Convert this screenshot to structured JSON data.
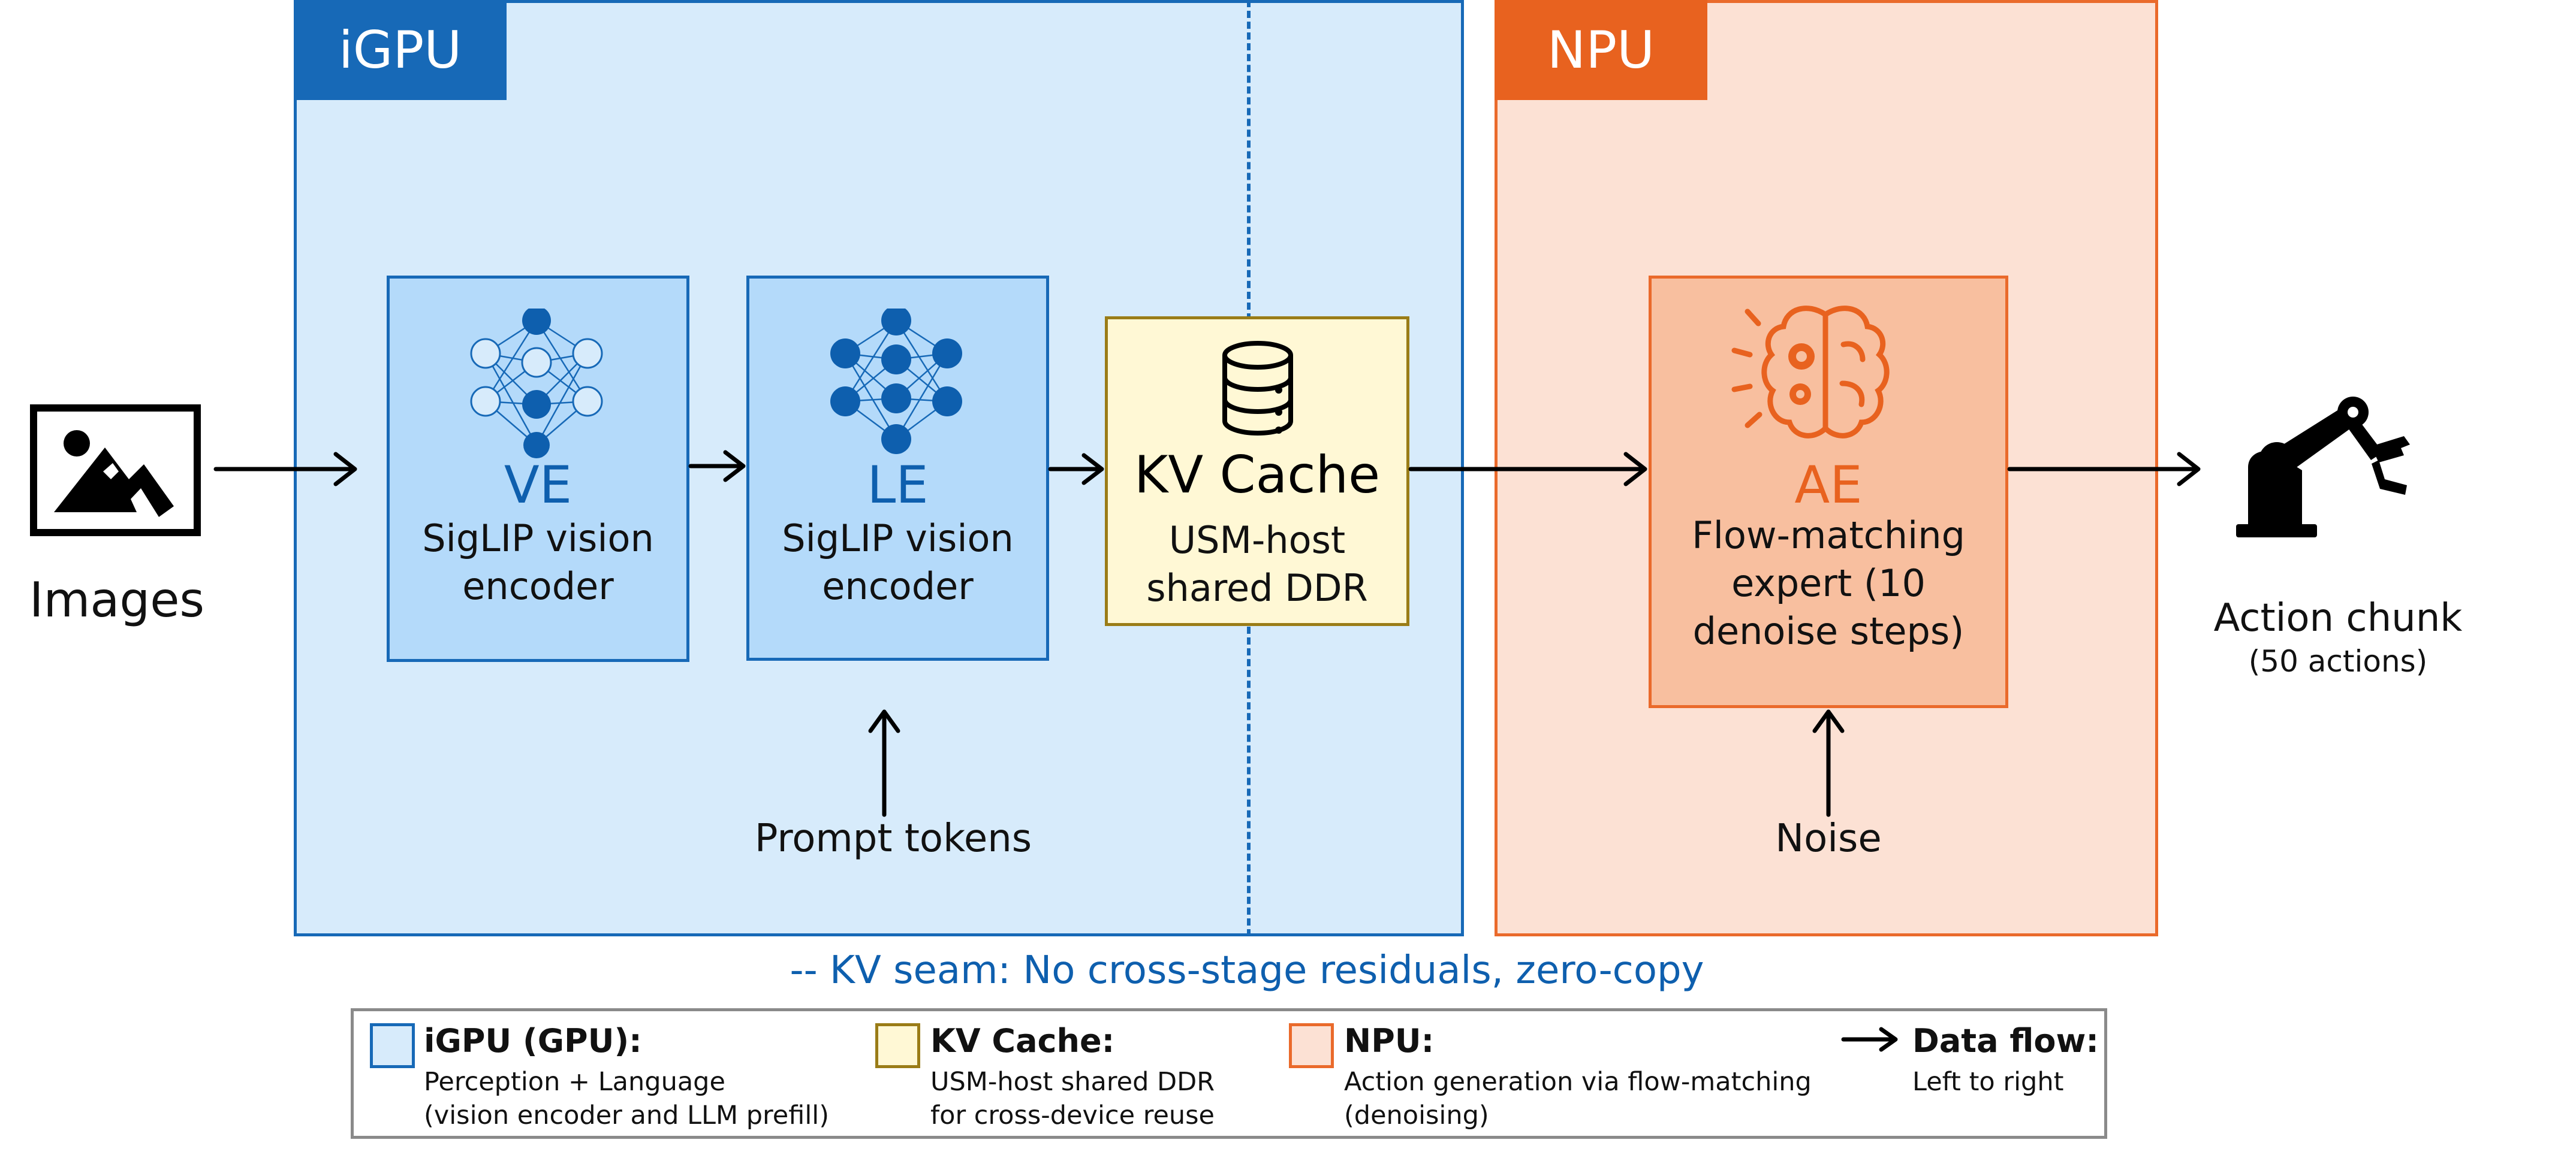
{
  "regions": {
    "gpu_label": "iGPU",
    "npu_label": "NPU"
  },
  "input": {
    "label": "Images"
  },
  "nodes": {
    "ve": {
      "abbr": "VE",
      "line1": "SigLIP vision",
      "line2": "encoder"
    },
    "le": {
      "abbr": "LE",
      "line1": "SigLIP vision",
      "line2": "encoder"
    },
    "kv": {
      "title": "KV Cache",
      "line1": "USM-host",
      "line2": "shared DDR"
    },
    "ae": {
      "abbr": "AE",
      "line1": "Flow-matching",
      "line2": "expert (10",
      "line3": "denoise steps)"
    }
  },
  "side_inputs": {
    "prompt": "Prompt tokens",
    "noise": "Noise"
  },
  "output": {
    "label": "Action chunk",
    "sub": "(50 actions)"
  },
  "seam_caption": "-- KV seam: No cross-stage residuals, zero-copy",
  "legend": {
    "gpu": {
      "title": "iGPU (GPU):",
      "line1": "Perception + Language",
      "line2": "(vision encoder and LLM prefill)"
    },
    "kv": {
      "title": "KV Cache:",
      "line1": "USM-host shared DDR",
      "line2": "for cross-device reuse"
    },
    "npu": {
      "title": "NPU:",
      "line1": "Action generation via flow-matching",
      "line2": "(denoising)"
    },
    "flow": {
      "title": "Data flow:",
      "line1": "Left to right"
    }
  },
  "colors": {
    "gpu_fill": "#d7ebfb",
    "gpu_stroke": "#1769b7",
    "gpu_node": "#b4dafa",
    "npu_fill": "#fce1d4",
    "npu_stroke": "#ea6a2b",
    "npu_node": "#f8bf9f",
    "kv_fill": "#fff8d5",
    "kv_stroke": "#9a7c17",
    "accent_blue": "#0e5fae",
    "accent_orange": "#e8621f"
  },
  "icons": [
    "image-icon",
    "neural-network-icon",
    "database-icon",
    "brain-gears-icon",
    "robot-arm-icon",
    "arrow-right-icon"
  ]
}
